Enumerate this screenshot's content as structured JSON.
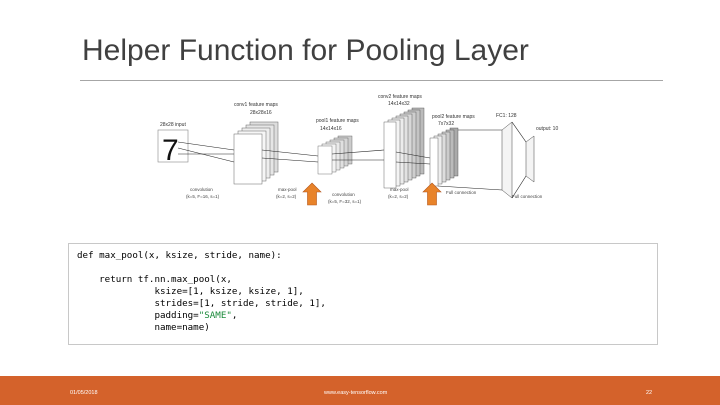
{
  "slide": {
    "title": "Helper Function for Pooling Layer",
    "footer": {
      "date": "01/05/2018",
      "url": "www.easy-tensorflow.com",
      "page": "22"
    }
  },
  "diagram": {
    "input_label": "28x28 input",
    "digit": "7",
    "conv1_label": "conv1 feature maps",
    "conv1_size": "28x28x16",
    "pool1_label": "pool1 feature maps",
    "pool1_size": "14x14x16",
    "conv2_label": "conv2 feature maps",
    "conv2_size": "14x14x32",
    "pool2_label": "pool2 feature maps",
    "pool2_size": "7x7x32",
    "fc1_label": "FC1: 128",
    "output_label": "output: 10",
    "op1": "convolution",
    "op1_params": "(k=5, F=16, s=1)",
    "op2": "max-pool",
    "op2_params": "(k=2, s=2)",
    "op3": "convolution",
    "op3_params": "(k=5, F=32, s=1)",
    "op4": "max-pool",
    "op4_params": "(k=2, s=2)",
    "op5": "Full connection",
    "op6": "Full connection",
    "arrow_color": "#e8832a"
  },
  "code": {
    "line1": "def max_pool(x, ksize, stride, name):",
    "line2": "    return tf.nn.max_pool(x,",
    "line3": "              ksize=[1, ksize, ksize, 1],",
    "line4": "              strides=[1, stride, stride, 1],",
    "line5_pre": "              padding=",
    "line5_str": "\"SAME\"",
    "line5_post": ",",
    "line6": "              name=name)"
  }
}
